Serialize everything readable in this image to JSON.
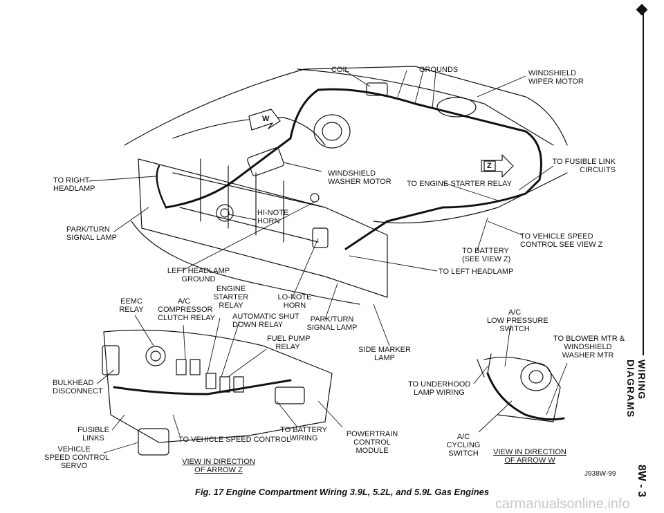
{
  "header": {
    "side_title": "WIRING DIAGRAMS",
    "page_number": "8W - 3"
  },
  "figure": {
    "caption": "Fig. 17 Engine Compartment Wiring 3.9L, 5.2L, and 5.9L Gas Engines",
    "code": "J938W-99",
    "view_w_marker": "W",
    "view_z_marker": "Z"
  },
  "labels": {
    "coil": "COIL",
    "grounds": "GROUNDS",
    "windshield_wiper_motor": [
      "WINDSHIELD",
      "WIPER MOTOR"
    ],
    "to_right_headlamp": [
      "TO RIGHT",
      "HEADLAMP"
    ],
    "windshield_washer_motor": [
      "WINDSHIELD",
      "WASHER MOTOR"
    ],
    "to_engine_starter_relay": "TO ENGINE STARTER RELAY",
    "to_fusible_link_circuits": [
      "TO FUSIBLE LINK",
      "CIRCUITS"
    ],
    "hi_note_horn": [
      "HI-NOTE",
      "HORN"
    ],
    "park_turn_signal_lamp_left": [
      "PARK/TURN",
      "SIGNAL LAMP"
    ],
    "to_vehicle_speed_control_view_z": [
      "TO VEHICLE SPEED",
      "CONTROL SEE VIEW Z"
    ],
    "to_battery_see_view_z": [
      "TO BATTERY",
      "(SEE VIEW Z)"
    ],
    "left_headlamp_ground": [
      "LEFT HEADLAMP",
      "GROUND"
    ],
    "to_left_headlamp": "TO LEFT HEADLAMP",
    "eemc_relay": [
      "EEMC",
      "RELAY"
    ],
    "ac_compressor_clutch_relay": [
      "A/C",
      "COMPRESSOR",
      "CLUTCH RELAY"
    ],
    "engine_starter_relay": [
      "ENGINE",
      "STARTER",
      "RELAY"
    ],
    "lo_note_horn": [
      "LO-NOTE",
      "HORN"
    ],
    "automatic_shut_down_relay": [
      "AUTOMATIC SHUT",
      "DOWN RELAY"
    ],
    "park_turn_signal_lamp_center": [
      "PARK/TURN",
      "SIGNAL LAMP"
    ],
    "ac_low_pressure_switch": [
      "A/C",
      "LOW PRESSURE",
      "SWITCH"
    ],
    "fuel_pump_relay": [
      "FUEL PUMP",
      "RELAY"
    ],
    "side_marker_lamp": [
      "SIDE MARKER",
      "LAMP"
    ],
    "to_blower_mtr": [
      "TO BLOWER MTR &",
      "WINDSHIELD",
      "WASHER MTR"
    ],
    "bulkhead_disconnect": [
      "BULKHEAD",
      "DISCONNECT"
    ],
    "to_underhood_lamp_wiring": [
      "TO UNDERHOOD",
      "LAMP WIRING"
    ],
    "fusible_links": [
      "FUSIBLE",
      "LINKS"
    ],
    "to_battery_wiring": [
      "TO BATTERY",
      "WIRING"
    ],
    "powertrain_control_module": [
      "POWERTRAIN",
      "CONTROL",
      "MODULE"
    ],
    "vehicle_speed_control_servo": [
      "VEHICLE",
      "SPEED CONTROL",
      "SERVO"
    ],
    "to_vehicle_speed_control": "TO VEHICLE SPEED CONTROL",
    "ac_cycling_switch": [
      "A/C",
      "CYCLING",
      "SWITCH"
    ],
    "view_in_direction_arrow_z": [
      "VIEW IN DIRECTION",
      "OF ARROW Z"
    ],
    "view_in_direction_arrow_w": [
      "VIEW IN DIRECTION",
      "OF ARROW W"
    ]
  },
  "watermark": "carmanualsonline.info"
}
